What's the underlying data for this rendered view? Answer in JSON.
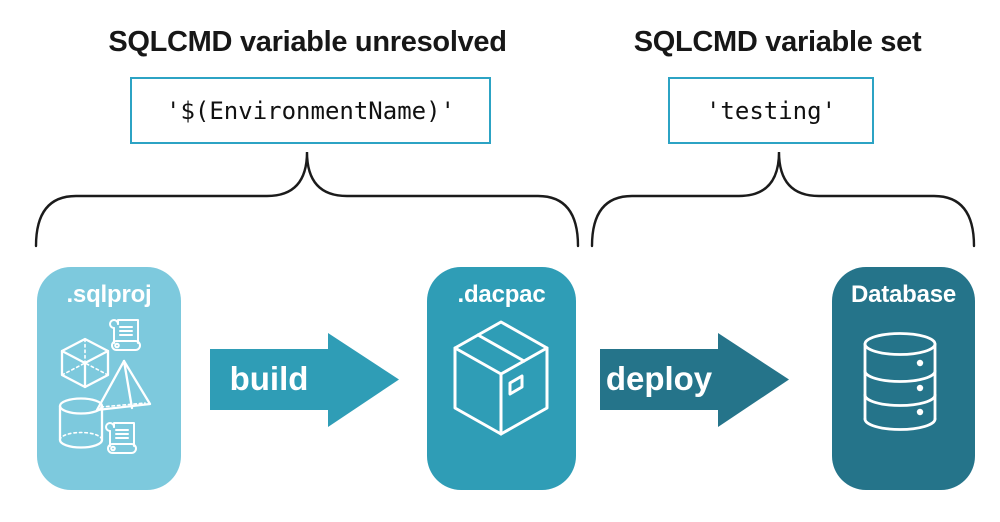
{
  "annotations": {
    "left": {
      "heading": "SQLCMD variable unresolved",
      "code": "'$(EnvironmentName)'"
    },
    "right": {
      "heading": "SQLCMD variable set",
      "code": "'testing'"
    }
  },
  "pipeline": {
    "stages": [
      {
        "label": ".sqlproj",
        "icon": "sql-objects-icon",
        "color": "#7dc9dd"
      },
      {
        "label": ".dacpac",
        "icon": "package-icon",
        "color": "#2f9db6"
      },
      {
        "label": "Database",
        "icon": "database-icon",
        "color": "#25748a"
      }
    ],
    "arrows": [
      {
        "label": "build",
        "color": "#2f9db6"
      },
      {
        "label": "deploy",
        "color": "#25748a"
      }
    ]
  },
  "colors": {
    "background": "#ffffff",
    "heading_text": "#171717",
    "code_text": "#111111",
    "code_box_border": "#2ca3c4",
    "brace_stroke": "#1b1b1b",
    "icon_stroke": "#ffffff",
    "label_text": "#ffffff"
  }
}
